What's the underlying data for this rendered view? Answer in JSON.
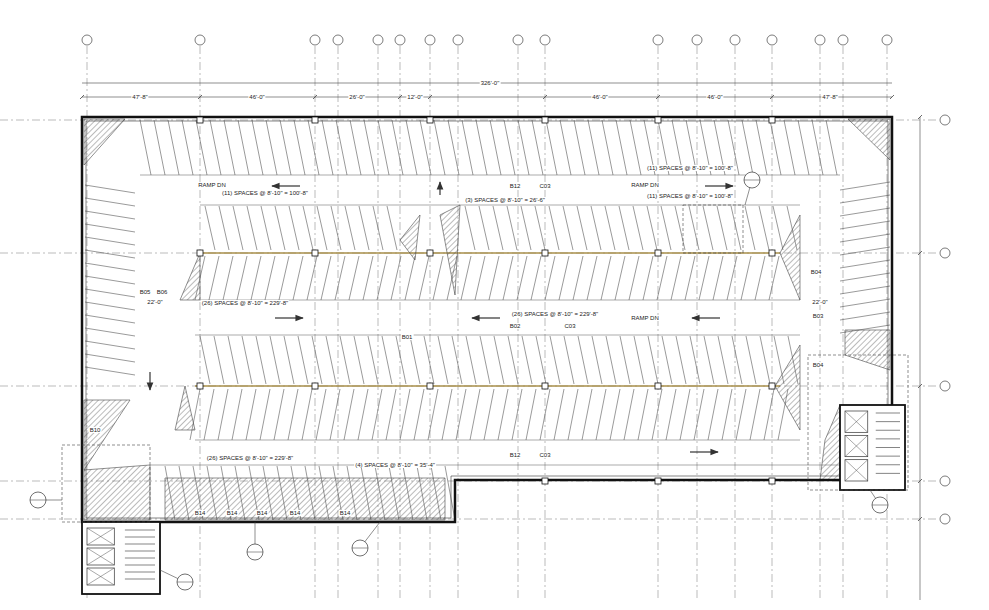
{
  "diagram": {
    "labels": [
      "326'-0\"",
      "47'-8\"",
      "46'-0\"",
      "26'-0\"",
      "12'-0\"",
      "46'-0\"",
      "46'-0\"",
      "47'-8\"",
      "RAMP DN",
      "(11) SPACES @ 8'-10\" = 100'-8\"",
      "B12",
      "C03",
      "(3) SPACES @ 8'-10\" = 26'-6\"",
      "RAMP DN",
      "(11) SPACES @ 8'-10\" = 100'-8\"",
      "(11) SPACES @ 8'-10\" = 100'-8\"",
      "B05",
      "B06",
      "22'-0\"",
      "(26) SPACES @ 8'-10\" = 229'-8\"",
      "(26) SPACES @ 8'-10\" = 229'-8\"",
      "RAMP DN",
      "B01",
      "B02",
      "C03",
      "B03",
      "B04",
      "22'-0\"",
      "(26) SPACES @ 8'-10\" = 229'-8\"",
      "B12",
      "C03",
      "(4) SPACES @ 8'-10\" = 35'-4\"",
      "B14",
      "B14",
      "B14",
      "B14",
      "B14",
      "B10",
      "B04"
    ]
  }
}
